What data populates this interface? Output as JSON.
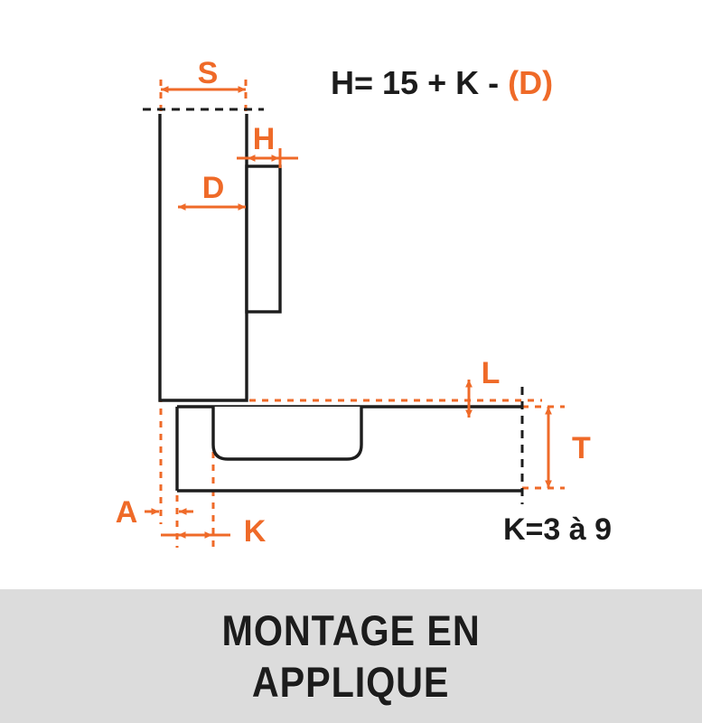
{
  "diagram": {
    "title_formula": "H= 15 + K - (D)",
    "formula_parts": {
      "black": "H= 15 + K - ",
      "orange": "(D)"
    },
    "note_k_range": "K=3 à 9",
    "dimension_labels": {
      "s": "S",
      "h": "H",
      "d": "D",
      "l": "L",
      "t": "T",
      "a": "A",
      "k": "K"
    },
    "colors": {
      "dimension_orange": "#ef6a28",
      "outline_black": "#1d1d1d",
      "caption_background": "#dcdcdc",
      "caption_text": "#1c1c1c",
      "page_background": "#ffffff"
    },
    "parts": {
      "door_panel": "door-panel",
      "hinge_cup_arm": "hinge-cup-arm",
      "cabinet_side_panel": "cabinet-side-panel",
      "cup_bore_recess": "cup-bore-recess"
    }
  },
  "caption": {
    "line1": "MONTAGE EN",
    "line2": "APPLIQUE"
  }
}
